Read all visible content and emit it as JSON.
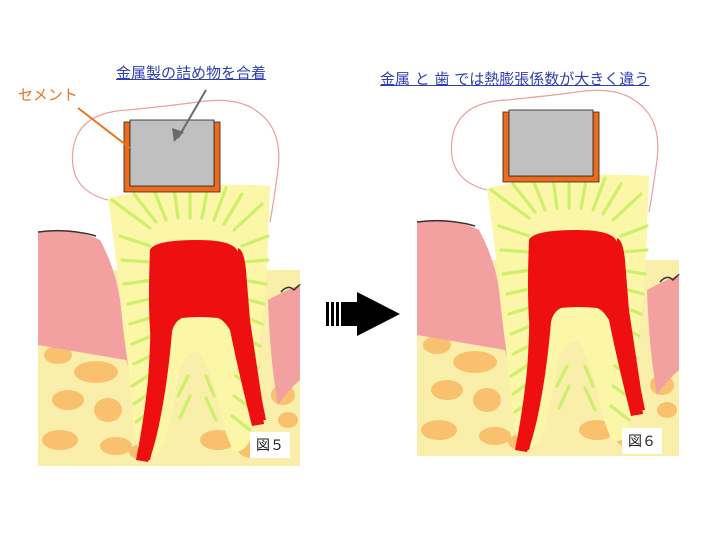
{
  "left_panel": {
    "caption": "金属製の詰め物を合着",
    "cement_label": "セメント",
    "figure_label": "図５"
  },
  "right_panel": {
    "caption": "金属 と 歯 では熱膨張係数が大きく違う",
    "figure_label": "図６"
  },
  "colors": {
    "bone": "#f9eeaa",
    "bone_spots": "#f9c06e",
    "gum": "#f3a0a0",
    "dentin": "#fbf6a8",
    "tubules": "#ccf06a",
    "pulp": "#ee1010",
    "metal_filling": "#c0c0c0",
    "cement": "#ec6b1c",
    "enamel_outline": "#e8a0a0",
    "caption_text": "#2e3fb3",
    "cement_text": "#e8761c"
  },
  "icons": {
    "arrow": "right-arrow-icon"
  }
}
